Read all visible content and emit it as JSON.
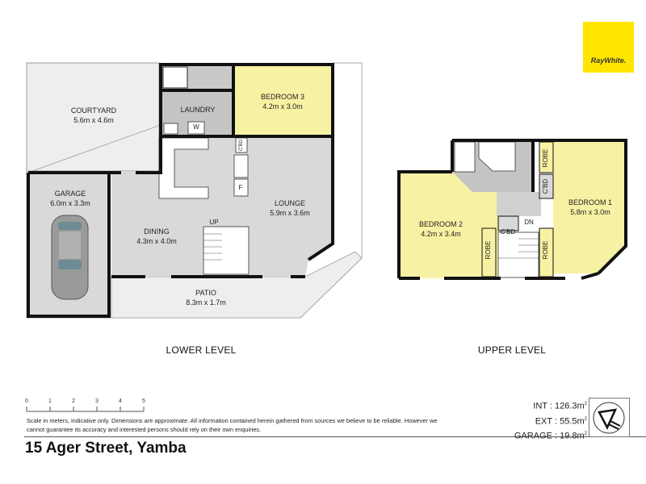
{
  "logo": {
    "brand": "RayWhite.",
    "color": "#ffe600"
  },
  "colors": {
    "wall": "#111111",
    "bedroom_fill": "#f7f1a3",
    "interior_fill": "#d9d9d9",
    "exterior_fill": "#eeeeee",
    "wet_area_fill": "#c4c4c4"
  },
  "lower_level": {
    "label": "LOWER LEVEL",
    "rooms": [
      {
        "name": "COURTYARD",
        "size": "5.6m x 4.6m"
      },
      {
        "name": "LAUNDRY",
        "size": ""
      },
      {
        "name": "BEDROOM 3",
        "size": "4.2m x 3.0m"
      },
      {
        "name": "GARAGE",
        "size": "6.0m x 3.3m"
      },
      {
        "name": "DINING",
        "size": "4.3m x 4.0m"
      },
      {
        "name": "LOUNGE",
        "size": "5.9m x 3.6m"
      },
      {
        "name": "PATIO",
        "size": "8.3m x 1.7m"
      }
    ],
    "fixtures": {
      "washer": "W",
      "fridge": "F",
      "cupboard": "C'BD",
      "stairs": "UP"
    }
  },
  "upper_level": {
    "label": "UPPER LEVEL",
    "rooms": [
      {
        "name": "BEDROOM 1",
        "size": "5.8m x 3.0m"
      },
      {
        "name": "BEDROOM 2",
        "size": "4.2m x 3.4m"
      }
    ],
    "fixtures": {
      "robe": "ROBE",
      "cupboard": "C'BD",
      "stairs": "DN"
    }
  },
  "scale": {
    "ticks": [
      "0",
      "1",
      "2",
      "3",
      "4",
      "5"
    ],
    "unit": "meters"
  },
  "disclaimer": "Scale in meters, indicative only. Dimensions are approximate. All information contained herein gathered from sources we believe to be reliable. However we cannot guarantee its accuracy and interested persons should rely on their own enquiries.",
  "address": "15 Ager Street, Yamba",
  "areas": {
    "int": "INT : 126.3m",
    "ext": "EXT : 55.5m",
    "garage": "GARAGE : 19.8m",
    "unit_sup": "2"
  }
}
